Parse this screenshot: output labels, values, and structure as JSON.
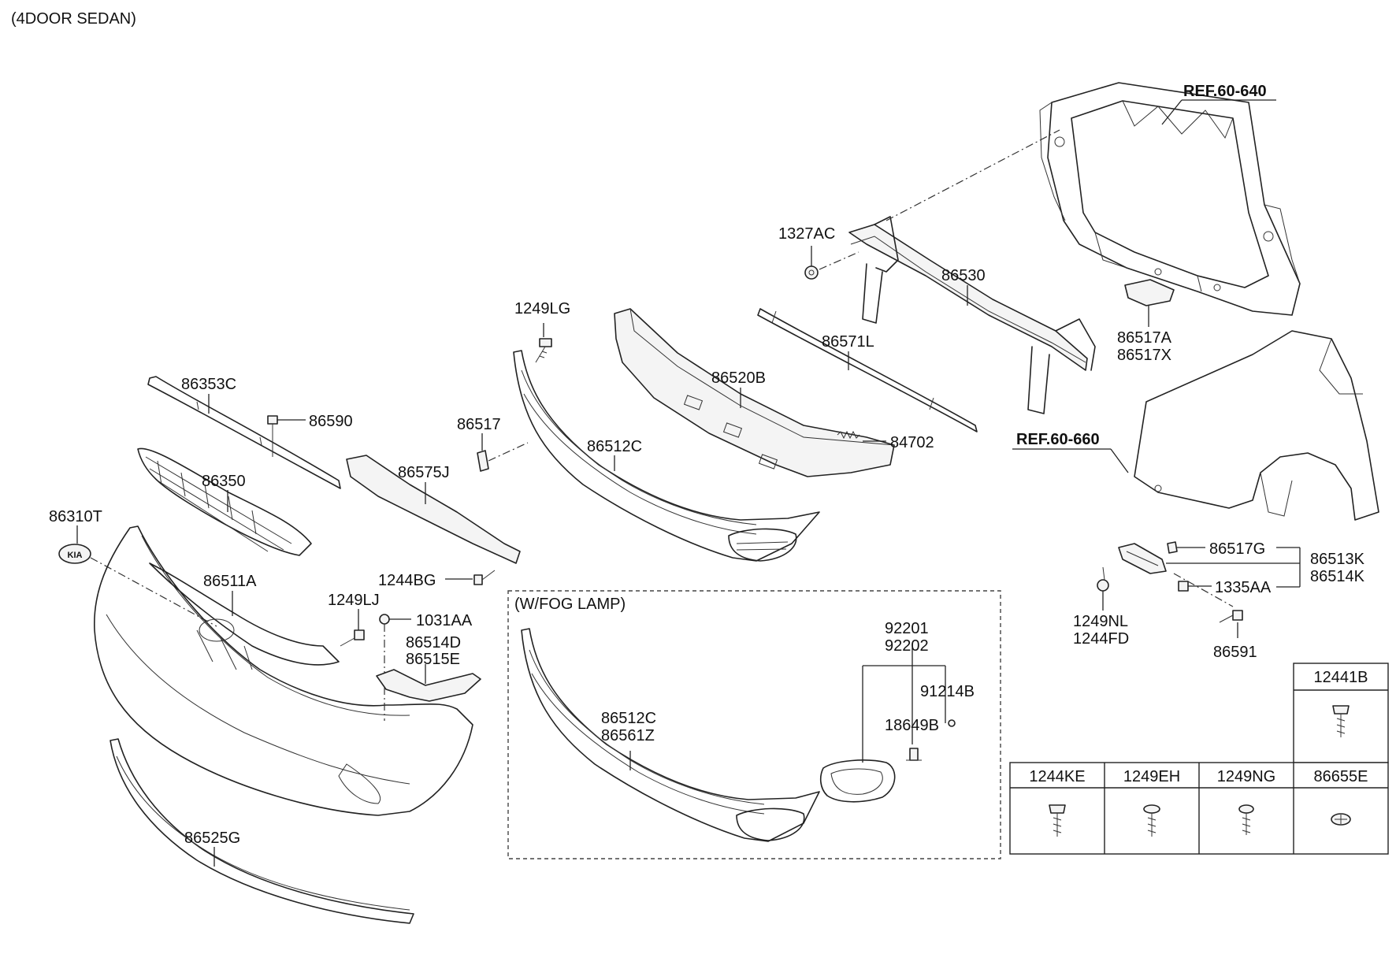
{
  "title": "(4DOOR SEDAN)",
  "section_fog": "(W/FOG LAMP)",
  "refs": {
    "r1": "REF.60-640",
    "r2": "REF.60-660"
  },
  "labels": {
    "p1327AC": "1327AC",
    "p86530": "86530",
    "p86517A": "86517A",
    "p86517X": "86517X",
    "p1249LG": "1249LG",
    "p86571L": "86571L",
    "p86520B": "86520B",
    "p84702": "84702",
    "p86353C": "86353C",
    "p86590": "86590",
    "p86517": "86517",
    "p86512C": "86512C",
    "p86575J": "86575J",
    "p86350": "86350",
    "p86310T": "86310T",
    "p1244BG": "1244BG",
    "p86511A": "86511A",
    "p1249LJ": "1249LJ",
    "p1031AA": "1031AA",
    "p86514D": "86514D",
    "p86515E": "86515E",
    "p86525G": "86525G",
    "p86517G": "86517G",
    "p86513K": "86513K",
    "p86514K": "86514K",
    "p1335AA": "1335AA",
    "p1249NL": "1249NL",
    "p1244FD": "1244FD",
    "p86591": "86591",
    "p92201": "92201",
    "p92202": "92202",
    "p91214B": "91214B",
    "p18649B": "18649B",
    "p86512C_fog": "86512C",
    "p86561Z": "86561Z"
  },
  "fastener_table": {
    "top": "12441B",
    "bottom": [
      "1244KE",
      "1249EH",
      "1249NG",
      "86655E"
    ]
  },
  "emblem_text": "KIA"
}
